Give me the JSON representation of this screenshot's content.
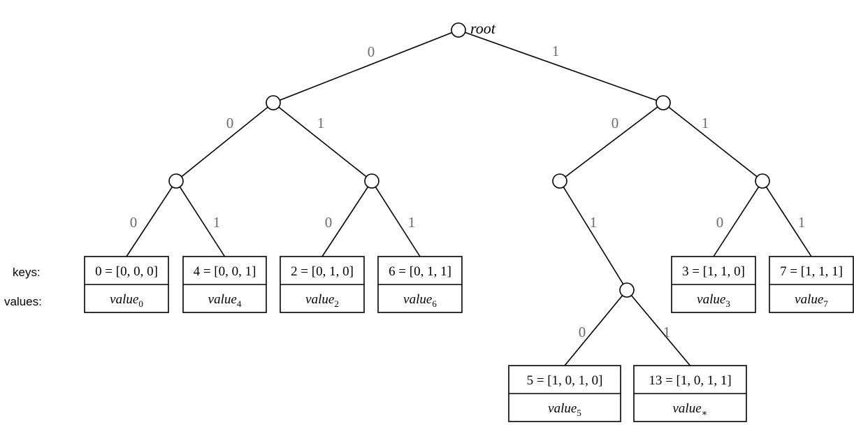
{
  "root_label": "root",
  "row_labels": {
    "keys": "keys:",
    "values": "values:"
  },
  "nodes": [
    {
      "id": "root"
    },
    {
      "id": "n0"
    },
    {
      "id": "n1"
    },
    {
      "id": "n00"
    },
    {
      "id": "n01"
    },
    {
      "id": "n10"
    },
    {
      "id": "n11"
    },
    {
      "id": "n101"
    }
  ],
  "edges": [
    {
      "from": "root",
      "to": "n0",
      "label": "0"
    },
    {
      "from": "root",
      "to": "n1",
      "label": "1"
    },
    {
      "from": "n0",
      "to": "n00",
      "label": "0"
    },
    {
      "from": "n0",
      "to": "n01",
      "label": "1"
    },
    {
      "from": "n1",
      "to": "n10",
      "label": "0"
    },
    {
      "from": "n1",
      "to": "n11",
      "label": "1"
    },
    {
      "from": "n00",
      "to": "leaf0",
      "label": "0"
    },
    {
      "from": "n00",
      "to": "leaf4",
      "label": "1"
    },
    {
      "from": "n01",
      "to": "leaf2",
      "label": "0"
    },
    {
      "from": "n01",
      "to": "leaf6",
      "label": "1"
    },
    {
      "from": "n10",
      "to": "n101",
      "label": "1"
    },
    {
      "from": "n11",
      "to": "leaf3",
      "label": "0"
    },
    {
      "from": "n11",
      "to": "leaf7",
      "label": "1"
    },
    {
      "from": "n101",
      "to": "leaf5",
      "label": "0"
    },
    {
      "from": "n101",
      "to": "leaf13",
      "label": "1"
    }
  ],
  "leaves": [
    {
      "id": "leaf0",
      "key": "0 = [0, 0, 0]",
      "value_base": "value",
      "value_sub": "0"
    },
    {
      "id": "leaf4",
      "key": "4 = [0, 0, 1]",
      "value_base": "value",
      "value_sub": "4"
    },
    {
      "id": "leaf2",
      "key": "2 = [0, 1, 0]",
      "value_base": "value",
      "value_sub": "2"
    },
    {
      "id": "leaf6",
      "key": "6 = [0, 1, 1]",
      "value_base": "value",
      "value_sub": "6"
    },
    {
      "id": "leaf3",
      "key": "3 = [1, 1, 0]",
      "value_base": "value",
      "value_sub": "3"
    },
    {
      "id": "leaf7",
      "key": "7 = [1, 1, 1]",
      "value_base": "value",
      "value_sub": "7"
    },
    {
      "id": "leaf5",
      "key": "5 = [1, 0, 1, 0]",
      "value_base": "value",
      "value_sub": "5"
    },
    {
      "id": "leaf13",
      "key": "13 = [1, 0, 1, 1]",
      "value_base": "value",
      "value_sub": "∗"
    }
  ]
}
